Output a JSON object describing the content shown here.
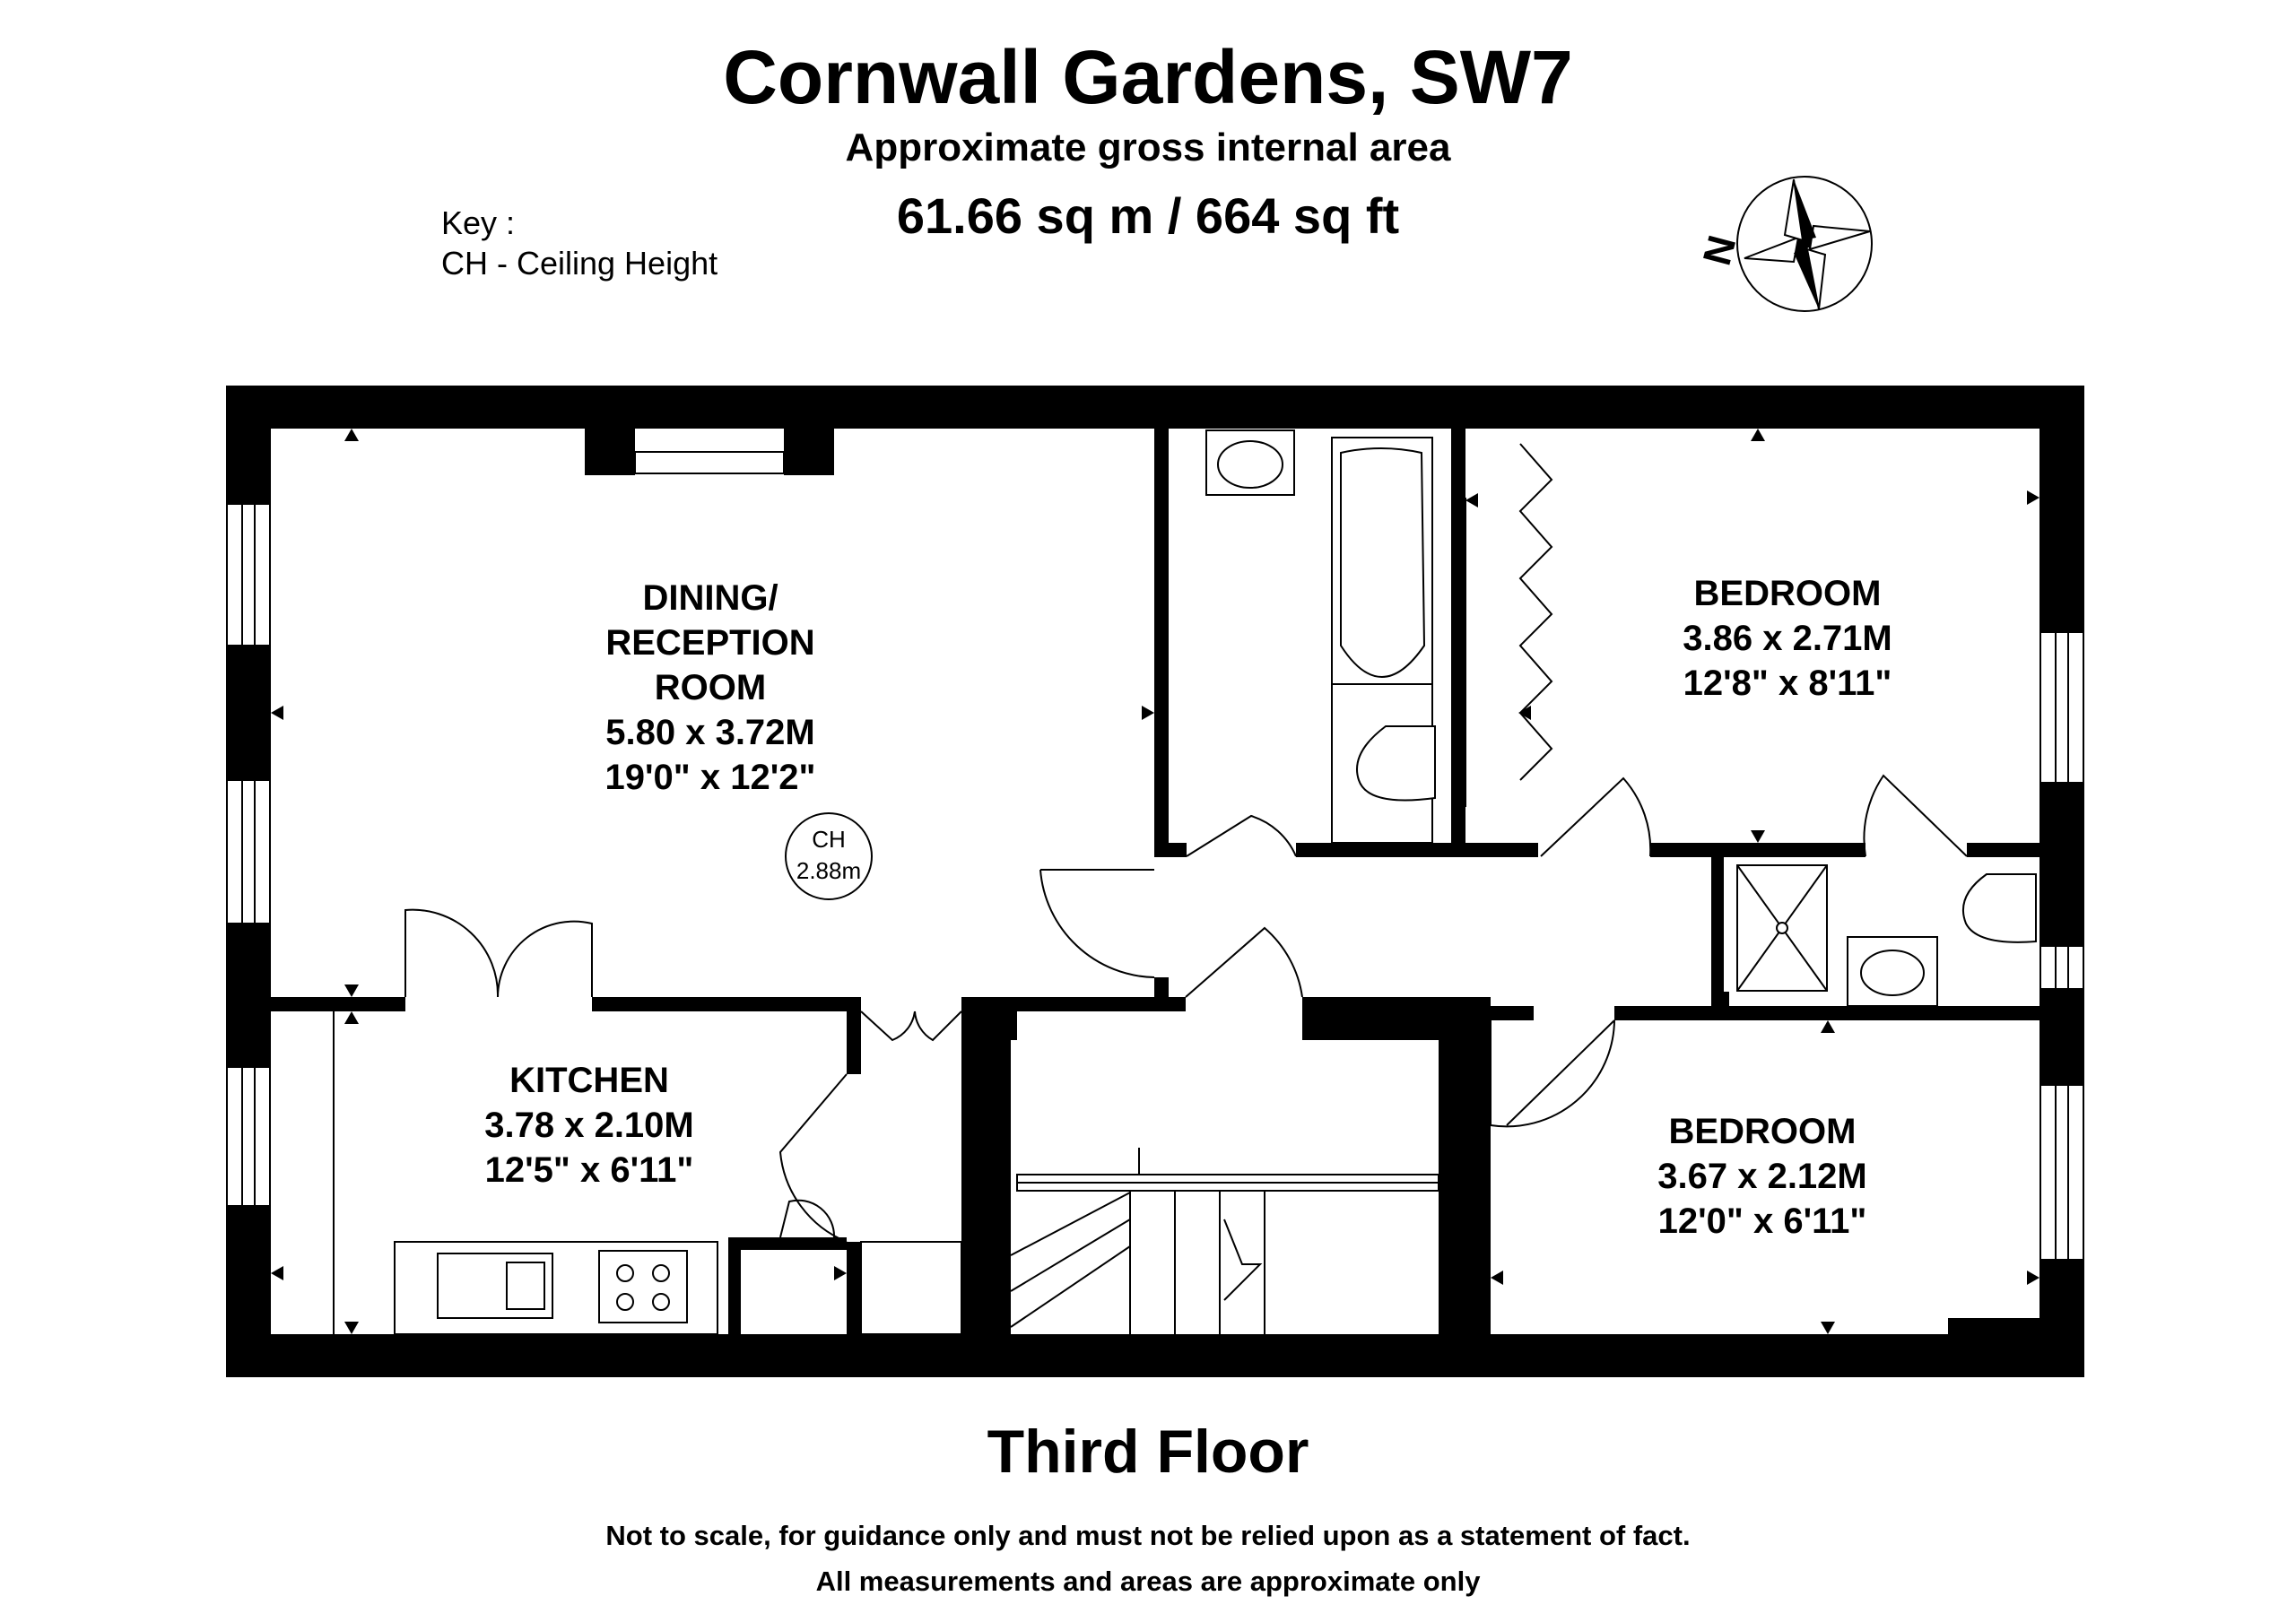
{
  "header": {
    "title": "Cornwall Gardens, SW7",
    "subtitle": "Approximate gross internal area",
    "area": "61.66 sq m /  664 sq ft"
  },
  "key": {
    "heading": "Key :",
    "entry": "CH - Ceiling Height"
  },
  "compass": {
    "label": "N"
  },
  "rooms": {
    "dining": {
      "line1": "DINING/",
      "line2": "RECEPTION",
      "line3": "ROOM",
      "metric": "5.80 x 3.72M",
      "imperial": "19'0\" x 12'2\""
    },
    "ceiling": {
      "label": "CH",
      "value": "2.88m"
    },
    "bedroom1": {
      "name": "BEDROOM",
      "metric": "3.86 x 2.71M",
      "imperial": "12'8\" x 8'11\""
    },
    "kitchen": {
      "name": "KITCHEN",
      "metric": "3.78 x 2.10M",
      "imperial": "12'5\" x 6'11\""
    },
    "bedroom2": {
      "name": "BEDROOM",
      "metric": "3.67 x 2.12M",
      "imperial": "12'0\" x 6'11\""
    }
  },
  "floor_label": "Third Floor",
  "disclaimer": {
    "line1": "Not to scale, for guidance only and must not be relied upon as a statement of fact.",
    "line2": "All measurements and areas are approximate only"
  }
}
